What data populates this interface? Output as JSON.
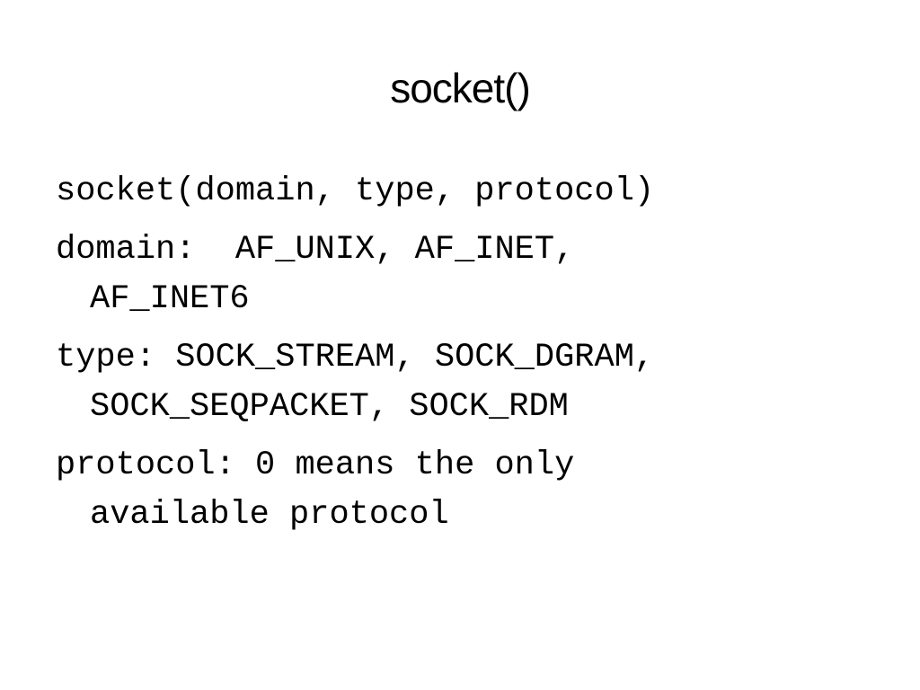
{
  "slide": {
    "title": "socket()",
    "paragraphs": [
      {
        "lines": [
          "socket(domain, type, protocol)"
        ]
      },
      {
        "lines": [
          "domain:  AF_UNIX, AF_INET,",
          "AF_INET6"
        ]
      },
      {
        "lines": [
          "type: SOCK_STREAM, SOCK_DGRAM,",
          "SOCK_SEQPACKET, SOCK_RDM"
        ]
      },
      {
        "lines": [
          "protocol: 0 means the only",
          "available protocol"
        ]
      }
    ]
  }
}
